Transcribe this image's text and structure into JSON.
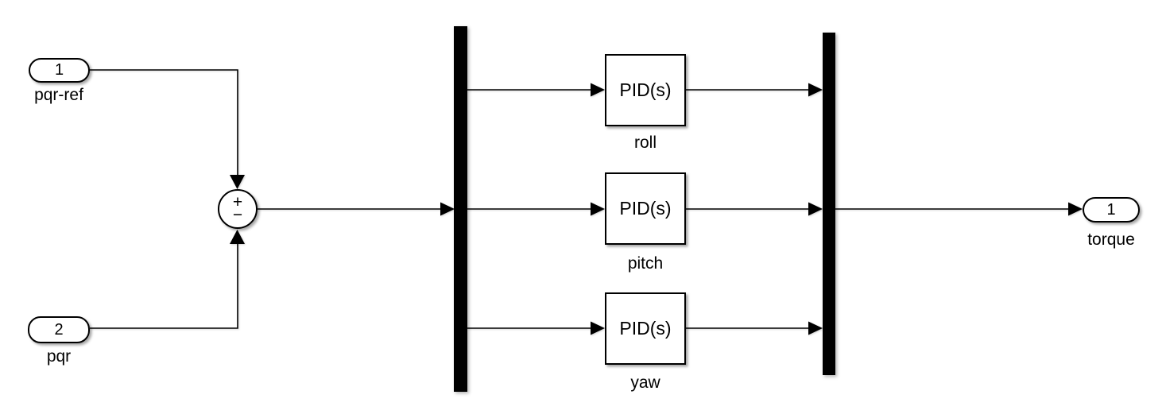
{
  "diagram": {
    "type": "simulink-block-diagram",
    "colors": {
      "background": "#ffffff",
      "line": "#000000",
      "block_fill": "#ffffff",
      "bus_bar": "#000000"
    },
    "inports": [
      {
        "number": "1",
        "label": "pqr-ref"
      },
      {
        "number": "2",
        "label": "pqr"
      }
    ],
    "sum_block": {
      "sign_top": "+",
      "sign_bottom": "−"
    },
    "demux": {
      "outputs": 3
    },
    "mux": {
      "inputs": 3
    },
    "pid_blocks": [
      {
        "text": "PID(s)",
        "label": "roll"
      },
      {
        "text": "PID(s)",
        "label": "pitch"
      },
      {
        "text": "PID(s)",
        "label": "yaw"
      }
    ],
    "outport": {
      "number": "1",
      "label": "torque"
    }
  }
}
